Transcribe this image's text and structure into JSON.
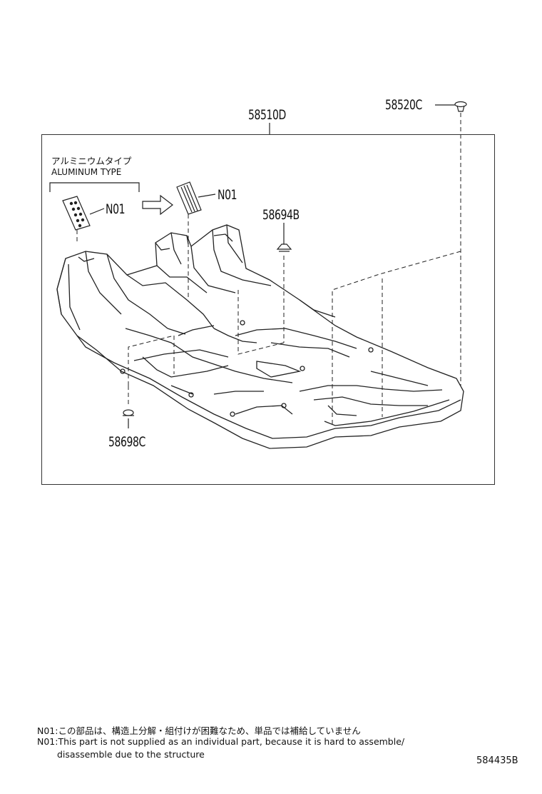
{
  "diagram": {
    "main_part": "58510D",
    "clip_top": "58520C",
    "clip_middle": "58694B",
    "clip_bottom": "58698C",
    "aluminum_jp": "アルミニウムタイプ",
    "aluminum_en": "ALUMINUM TYPE",
    "pad_label_left": "N01",
    "pad_label_right": "N01"
  },
  "notes": {
    "line1": "N01:この部品は、構造上分解・組付けが困難なため、単品では補給していません",
    "line2": "N01:This part is not supplied as an individual part,  because it is hard to assemble/",
    "line3": "disassemble due to the structure"
  },
  "figure_code": "584435B"
}
